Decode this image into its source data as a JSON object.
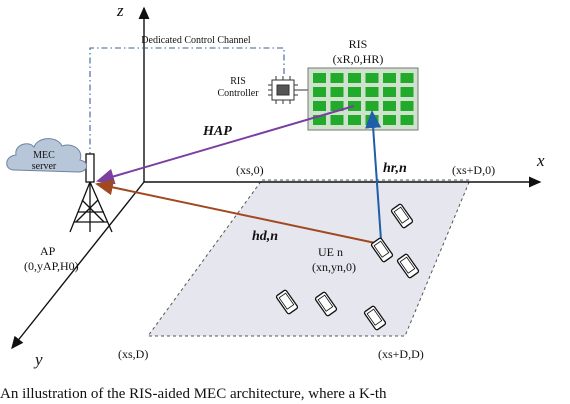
{
  "labels": {
    "axis_z": "z",
    "axis_x": "x",
    "axis_y": "y",
    "control_channel": "Dedicated Control Channel",
    "ris_title": "RIS",
    "ris_coord": "(xR,0,HR)",
    "ris_controller_line1": "RIS",
    "ris_controller_line2": "Controller",
    "mec_line1": "MEC",
    "mec_line2": "server",
    "ap_title": "AP",
    "ap_coord": "(0,yAP,H0)",
    "h_ap": "HAP",
    "h_r": "hr,n",
    "h_d": "hd,n",
    "corner_xs0": "(xs,0)",
    "corner_xsD0": "(xs+D,0)",
    "corner_xsD": "(xs,D)",
    "corner_xsDD": "(xs+D,D)",
    "ue_title": "UE n",
    "ue_coord": "(xn,yn,0)"
  },
  "caption": "An illustration of the RIS-aided MEC architecture, where a K-th",
  "colors": {
    "ris_panel": "#cfe3cc",
    "ris_element": "#22aa2a",
    "h_ap_arrow": "#7a3fa0",
    "h_r_arrow": "#1f5ea8",
    "h_d_arrow": "#a0481f",
    "ground_plane": "#e6e6ee",
    "control_line": "#3a5f9e"
  }
}
